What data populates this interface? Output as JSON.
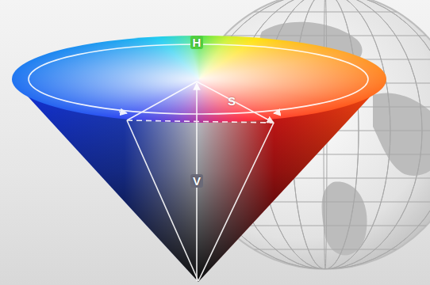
{
  "diagram": {
    "labels": [
      "H",
      "S",
      "V"
    ]
  }
}
